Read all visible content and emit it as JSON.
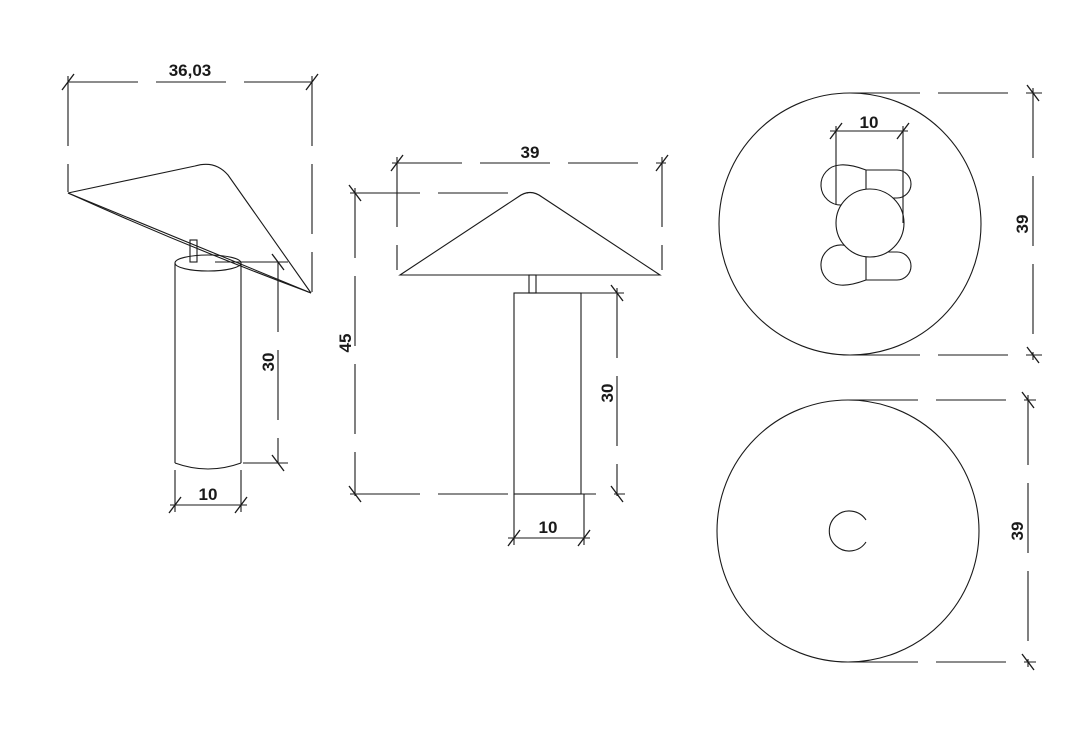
{
  "drawing": {
    "side_view": {
      "shade_width": "36,03",
      "base_height": "30",
      "base_width": "10"
    },
    "front_view": {
      "shade_width": "39",
      "total_height": "45",
      "base_height": "30",
      "base_width": "10"
    },
    "top_view": {
      "diameter": "39",
      "base_width": "10"
    },
    "bottom_view": {
      "diameter": "39"
    }
  },
  "colors": {
    "line": "#1a1a1a",
    "background": "#ffffff"
  }
}
